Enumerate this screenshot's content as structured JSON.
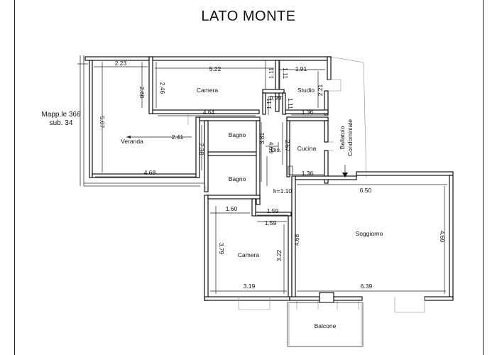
{
  "title": "LATO MONTE",
  "parcel": {
    "line1": "Mapp.le 366",
    "line2": "sub. 34"
  },
  "rooms": {
    "camera_top": "Camera",
    "studio": "Studio",
    "veranda": "Veranda",
    "bagno_1": "Bagno",
    "bagno_2": "Bagno",
    "dis": "Dis.",
    "cucina": "Cucina",
    "ballatoio_1": "Ballatoio",
    "ballatoio_2": "Condominiale",
    "soggiorno": "Soggiorno",
    "camera_bottom": "Camera",
    "balcone": "Balcone"
  },
  "dimensions": {
    "d_2_23": "2.23",
    "d_5_22": "5.22",
    "d_1_11_a": "1.11",
    "d_1_11_b": "1.11",
    "d_1_91": "1.91",
    "d_2_68": "2.68",
    "d_2_46": "2.46",
    "d_0_99": "0.99",
    "d_2_21": "2.21",
    "d_5_07": "5.07",
    "d_4_64": "4.64",
    "d_1_11_c": "1.11",
    "d_1_11_d": "1.11",
    "d_1_36_a": "1.36",
    "d_2_41": "2.41",
    "d_3_81": "3.81",
    "d_2_57": "2.57",
    "d_2_38": "2.38",
    "d_4_69_a": "4.69",
    "d_4_68_a": "4.68",
    "d_1_36_b": "1.36",
    "d_h_1_10": "h=1.10",
    "d_6_50": "6.50",
    "d_1_60": "1.60",
    "d_1_59_a": "1.59",
    "d_1_59_b": "1.59",
    "d_4_68_b": "4.68",
    "d_4_69_b": "4.69",
    "d_3_79": "3.79",
    "d_3_22": "3.22",
    "d_3_19": "3.19",
    "d_6_39": "6.39"
  }
}
